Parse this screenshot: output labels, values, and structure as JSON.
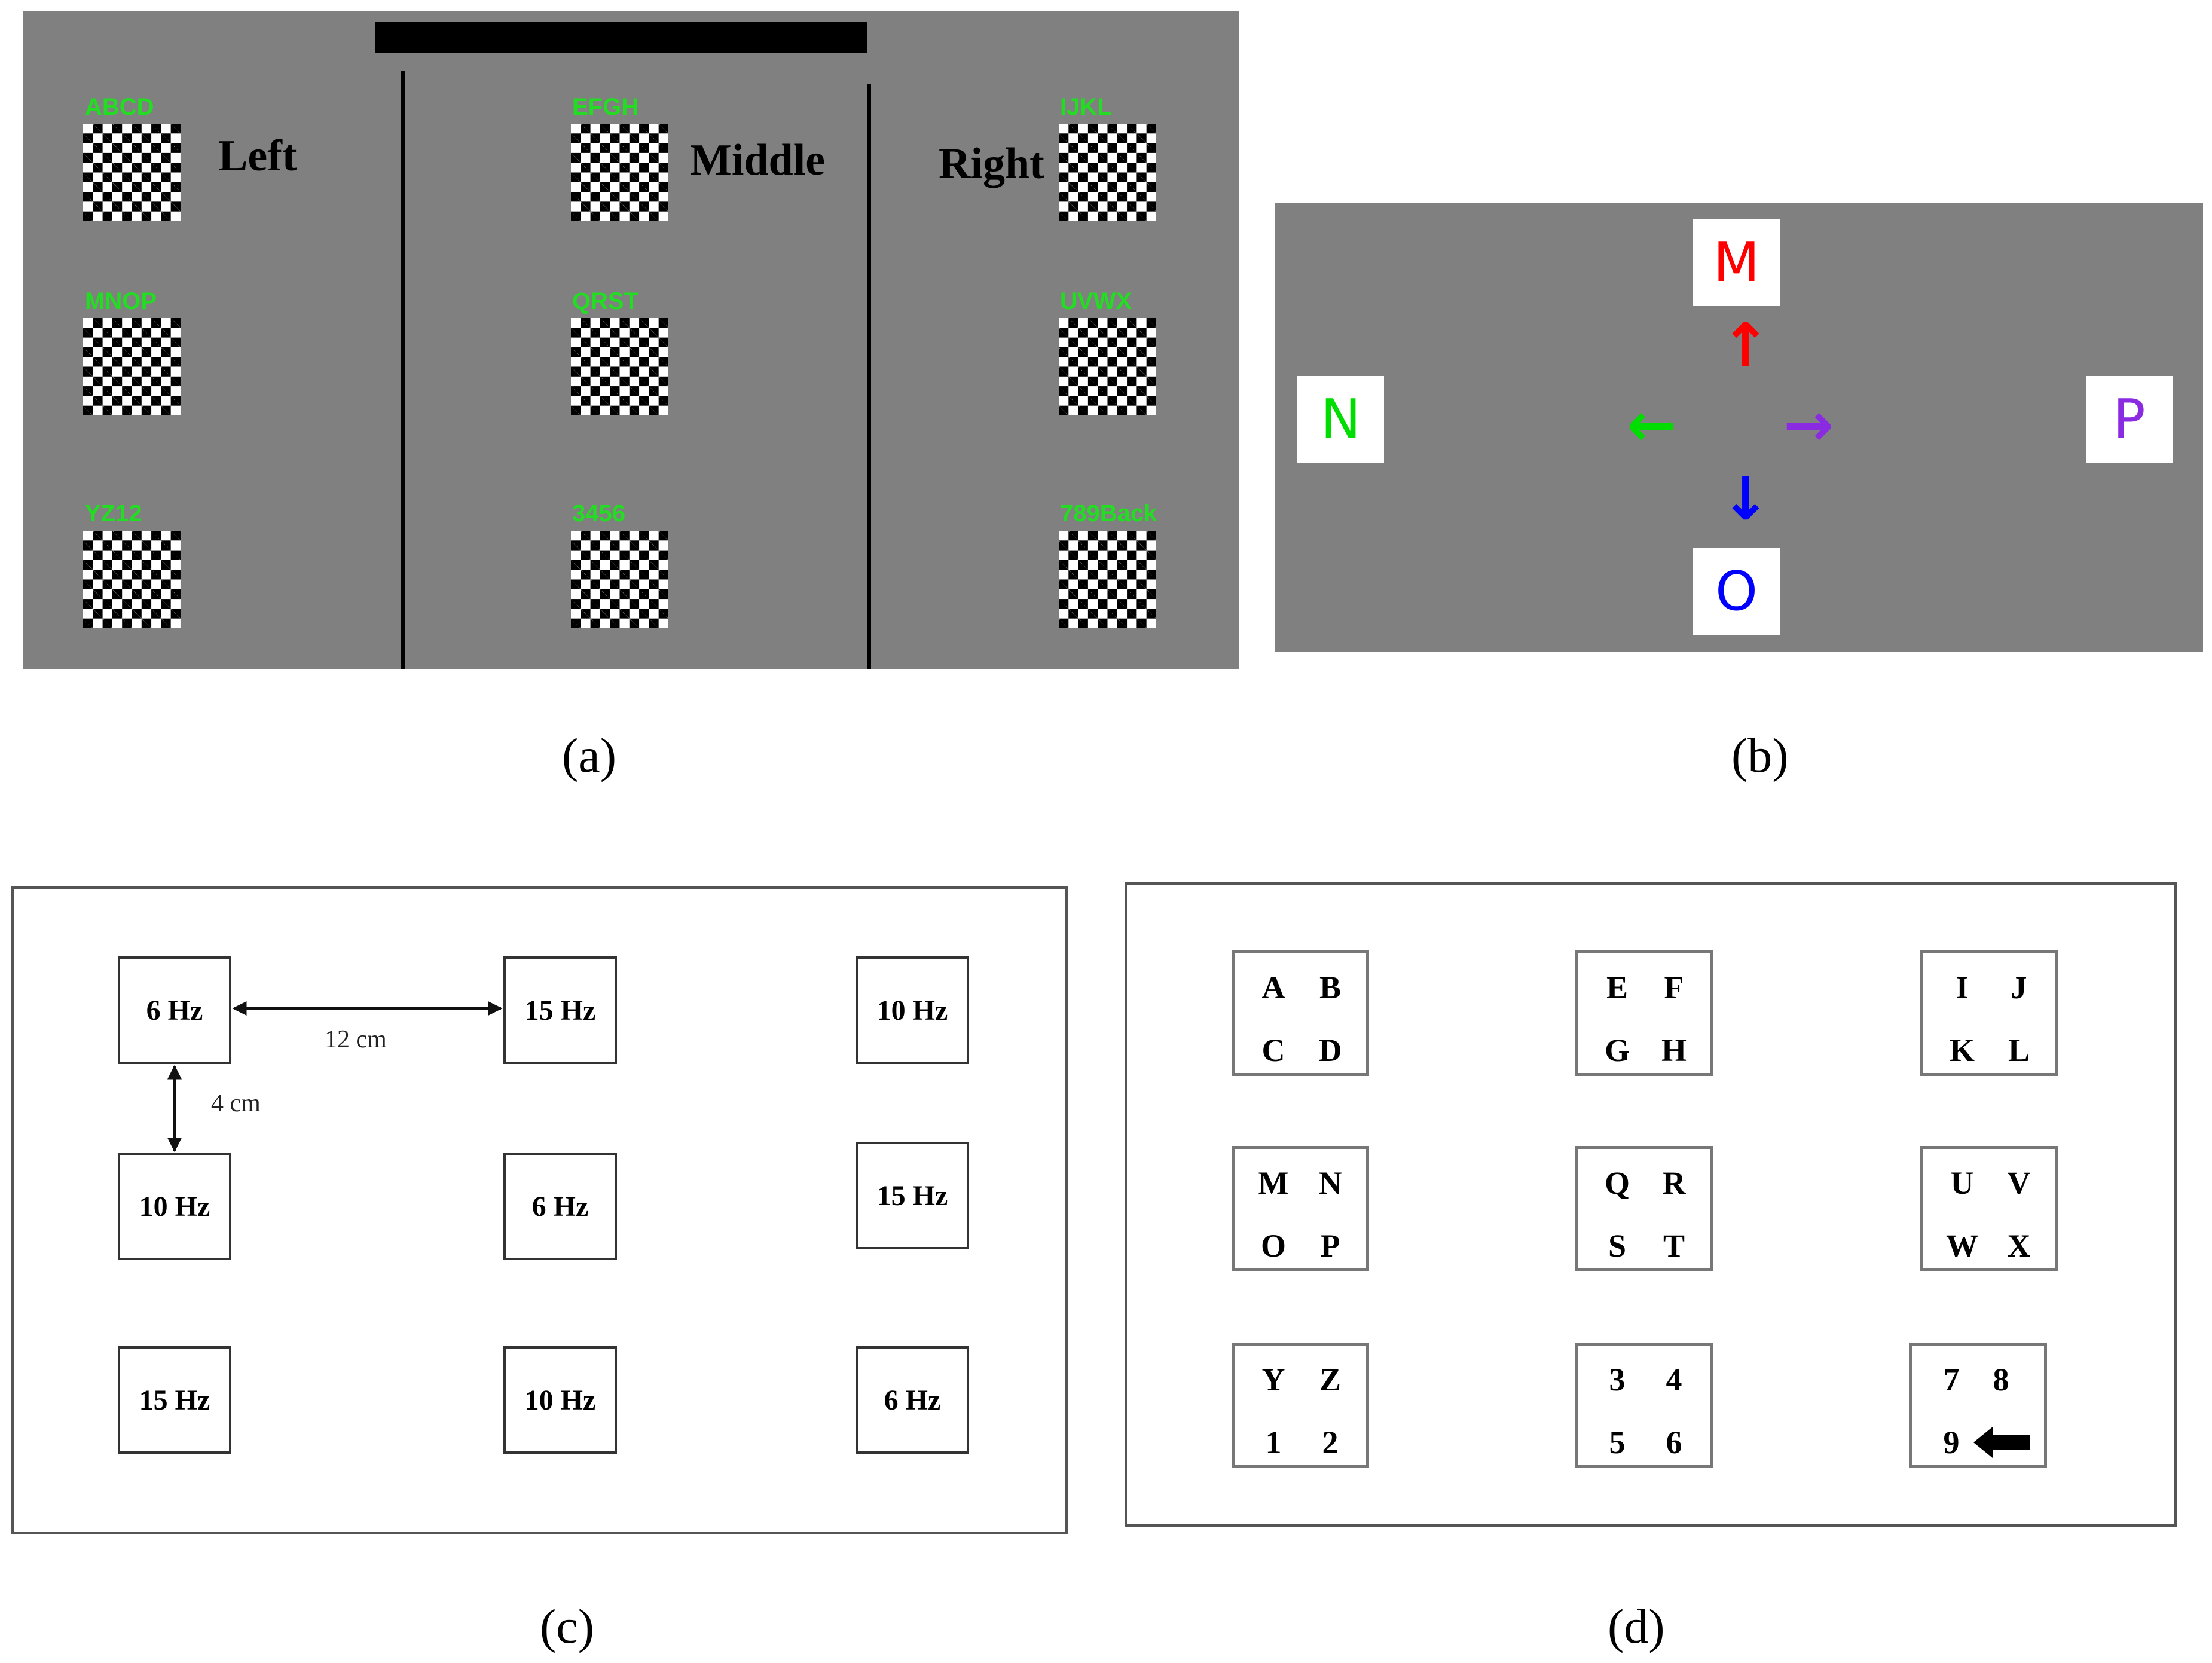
{
  "panel_a": {
    "zones": {
      "left": "Left",
      "middle": "Middle",
      "right": "Right"
    },
    "labels": [
      "ABCD",
      "EFGH",
      "IJKL",
      "MNOP",
      "QRST",
      "UVWX",
      "YZ12",
      "3456",
      "789Back"
    ]
  },
  "panel_b": {
    "up": "M",
    "left": "N",
    "right": "P",
    "down": "O",
    "colors": {
      "up": "#ff0000",
      "left": "#00dd00",
      "right": "#8a2be2",
      "down": "#0000ff"
    },
    "arrow_glyphs": {
      "up": "↑",
      "left": "←",
      "right": "→",
      "down": "↓"
    }
  },
  "panel_c": {
    "freqs": [
      "6 Hz",
      "15 Hz",
      "10 Hz",
      "10 Hz",
      "6 Hz",
      "15 Hz",
      "15 Hz",
      "10 Hz",
      "6 Hz"
    ],
    "horizontal_distance": "12 cm",
    "vertical_distance": "4 cm"
  },
  "panel_d": {
    "groups": [
      [
        "A",
        "B",
        "C",
        "D"
      ],
      [
        "E",
        "F",
        "G",
        "H"
      ],
      [
        "I",
        "J",
        "K",
        "L"
      ],
      [
        "M",
        "N",
        "O",
        "P"
      ],
      [
        "Q",
        "R",
        "S",
        "T"
      ],
      [
        "U",
        "V",
        "W",
        "X"
      ],
      [
        "Y",
        "Z",
        "1",
        "2"
      ],
      [
        "3",
        "4",
        "5",
        "6"
      ],
      [
        "7",
        "8",
        "9",
        ""
      ]
    ],
    "backspace_icon": "left-arrow-icon"
  },
  "captions": {
    "a": "(a)",
    "b": "(b)",
    "c": "(c)",
    "d": "(d)"
  }
}
